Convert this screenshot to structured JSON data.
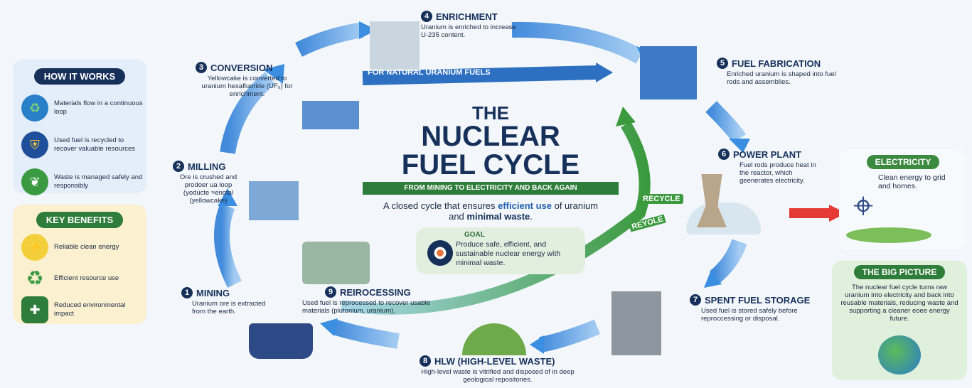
{
  "title": {
    "line1": "THE",
    "line2": "NUCLEAR",
    "line3": "FUEL CYCLE",
    "banner": "FROM MINING TO ELECTRICITY AND BACK AGAIN",
    "tagline_pre": "A closed cycle that ensures ",
    "tagline_em1": "efficient use",
    "tagline_mid": " of uranium and ",
    "tagline_em2": "minimal waste",
    "tagline_end": "."
  },
  "goal": {
    "heading": "GOAL",
    "text": "Produce safe, efficient, and sustainable nuclear energy with minimal waste."
  },
  "how_it_works": {
    "heading": "HOW IT WORKS",
    "items": [
      {
        "icon": "recycle-loop-icon",
        "text": "Materials flow in a continuous loop"
      },
      {
        "icon": "shield-icon",
        "text": "Used fuel is recycled to recover valuable resources"
      },
      {
        "icon": "leaf-icon",
        "text": "Waste is managed safely and responsibly"
      }
    ]
  },
  "key_benefits": {
    "heading": "KEY BENEFITS",
    "items": [
      {
        "icon": "lightning-icon",
        "text": "Reliable clean energy"
      },
      {
        "icon": "recycle-icon",
        "text": "Efficient resource use"
      },
      {
        "icon": "eco-shield-icon",
        "text": "Reduced environmental impact"
      }
    ]
  },
  "steps": [
    {
      "num": "1",
      "title": "MINING",
      "desc": "Uranium ore is extracted from the earth."
    },
    {
      "num": "2",
      "title": "MILLING",
      "desc": "Ore is crushed and prodoer ua loop (yoducte ≈enotal (yellowcake)"
    },
    {
      "num": "3",
      "title": "CONVERSION",
      "desc": "Yellowcake is converted to uranium hexafluoride (UF₆) for enrichment."
    },
    {
      "num": "4",
      "title": "ENRICHMENT",
      "desc": "Uranium is enriched to increase U-235 content."
    },
    {
      "num": "5",
      "title": "FUEL FABRICATION",
      "desc": "Enriched uranium is shaped into fuel rods and assemblies."
    },
    {
      "num": "6",
      "title": "POWER PLANT",
      "desc": "Fuel rods produce heat in the reactor, which geenerates electricity."
    },
    {
      "num": "7",
      "title": "SPENT FUEL STORAGE",
      "desc": "Used fuel is stored safely before reproccessing or disposal."
    },
    {
      "num": "8",
      "title": "HLW (HIGH-LEVEL WASTE)",
      "desc": "High-level waste is vitrified and disposed of in deep geological repositories."
    },
    {
      "num": "9",
      "title": "REIROCESSING",
      "desc": "Used fuel is reprocessed to recover usable materials (plutonium,    uranium)."
    }
  ],
  "natural_arrow": "FOR NATURAL URANIUM FUELS",
  "recycle": {
    "label1": "RECYCLE",
    "label2": "REYOLE"
  },
  "electricity": {
    "heading": "ELECTRICITY",
    "text": "Clean energy to grid and homes."
  },
  "big_picture": {
    "heading": "THE BIG PICTURE",
    "text": "The nuclear fuel cycle turns raw uranium into electricity and back into reusable materials, reducing waste and supporting a cleaner eoee energy future."
  },
  "colors": {
    "navy": "#16305a",
    "green": "#3b8a3f",
    "blue_arrow": "#3b8ee0",
    "red_arrow": "#e53935"
  }
}
